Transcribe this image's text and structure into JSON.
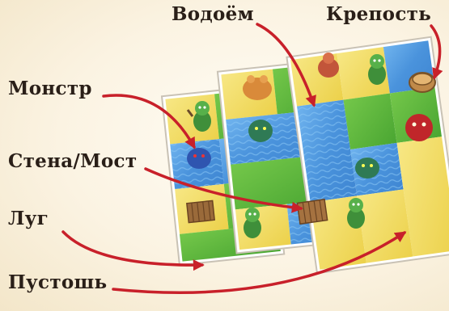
{
  "labels": {
    "water": "Водоём",
    "fortress": "Крепость",
    "monster": "Монстр",
    "wall_bridge": "Стена/Мост",
    "meadow": "Луг",
    "wasteland": "Пустошь"
  },
  "colors": {
    "water": "#4f9be0",
    "meadow": "#5bb53a",
    "wasteland": "#f2dd5c",
    "arrow": "#c8202a",
    "card_border": "#c9c2b5"
  },
  "icons": {
    "monster": "green-goblin-icon",
    "blue_monster": "blue-monster-icon",
    "red_monster": "red-monster-icon",
    "orange_monster": "orange-monster-icon",
    "fortress": "round-fortress-icon",
    "wall": "wooden-wall-icon"
  }
}
